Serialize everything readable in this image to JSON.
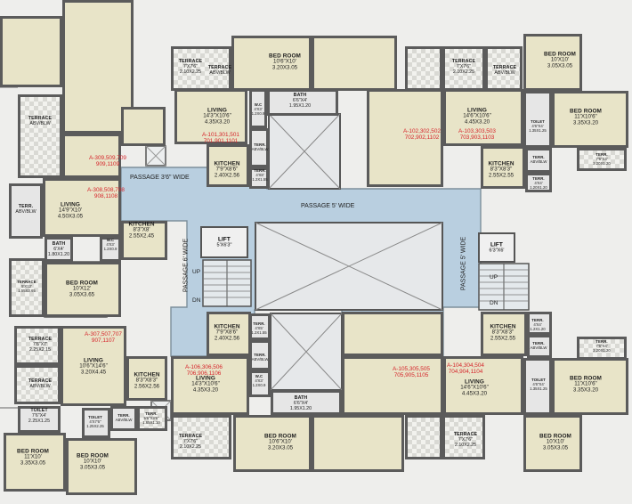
{
  "rooms": [
    {
      "name": "BED ROOM",
      "dims": "10'6\"X10'",
      "metric": "3.20X3.05"
    },
    {
      "name": "BED ROOM",
      "dims": "10'X10'",
      "metric": "3.05X3.05"
    },
    {
      "name": "TERRACE",
      "dims": "7'X7'6\"",
      "metric": "2.10X2.25"
    },
    {
      "name": "TERRACE",
      "dims": "7'X7'6\"",
      "metric": "2.10X2.25"
    },
    {
      "name": "TERRACE",
      "dims": "ABV/BLW"
    },
    {
      "name": "TERRACE",
      "dims": "ABV/BLW"
    },
    {
      "name": "LIVING",
      "dims": "14'3\"X10'6\"",
      "metric": "4.35X3.20"
    },
    {
      "name": "LIVING",
      "dims": "14'6\"X10'6\"",
      "metric": "4.45X3.20"
    },
    {
      "name": "BATH",
      "dims": "6'6\"X4'",
      "metric": "1.95X1.20"
    },
    {
      "name": "W.C",
      "dims": "4'X3'",
      "metric": "1.2X0.9"
    },
    {
      "name": "TERR.",
      "dims": "ABV/BLW"
    },
    {
      "name": "TERR.",
      "dims": "4'X8'",
      "metric": "1.2X1.55"
    },
    {
      "name": "KITCHEN",
      "dims": "7'9\"X8'6\"",
      "metric": "2.40X2.56"
    },
    {
      "name": "KITCHEN",
      "dims": "8'3\"X8'3\"",
      "metric": "2.55X2.55"
    },
    {
      "name": "TOILET",
      "dims": "4'6\"X4'",
      "metric": "1.35X1.25"
    },
    {
      "name": "TERR.",
      "dims": "ABV/BLW"
    },
    {
      "name": "TERR.",
      "dims": "4'X4'",
      "metric": "1.20X1.20"
    },
    {
      "name": "TERR.",
      "dims": "7'6\"X4'",
      "metric": "2.20X1.20"
    },
    {
      "name": "BED ROOM",
      "dims": "11'X10'6\"",
      "metric": "3.35X3.20"
    },
    {
      "name": "TERRACE",
      "dims": "ABV/BLW"
    },
    {
      "name": "TERR.",
      "dims": "ABV/BLW"
    },
    {
      "name": "LIVING",
      "dims": "14'9\"X10'",
      "metric": "4.50X3.05"
    },
    {
      "name": "KITCHEN",
      "dims": "8'3\"X8'",
      "metric": "2.55X2.45"
    },
    {
      "name": "BATH",
      "dims": "6'X4'",
      "metric": "1.80X1.20"
    },
    {
      "name": "W.C",
      "dims": "4'X3'",
      "metric": "1.2X0.9"
    },
    {
      "name": "TERRACE",
      "dims": "5'X12'",
      "metric": "1.55X3.65"
    },
    {
      "name": "BED ROOM",
      "dims": "10'X12'",
      "metric": "3.05X3.65"
    },
    {
      "name": "TERRACE",
      "dims": "7'6\"X7'",
      "metric": "2.25X2.15"
    },
    {
      "name": "LIVING",
      "dims": "10'6\"X14'6\"",
      "metric": "3.20X4.45"
    },
    {
      "name": "KITCHEN",
      "dims": "8'3\"X8'3\"",
      "metric": "2.56X2.56"
    },
    {
      "name": "TERRACE",
      "dims": "ABV/BLW"
    },
    {
      "name": "TOILET",
      "dims": "7'6\"X4'",
      "metric": "2.25X1.25"
    },
    {
      "name": "TOILET",
      "dims": "4'X7'6\"",
      "metric": "1.25X2.25"
    },
    {
      "name": "TERR.",
      "dims": "ABV/BLW"
    },
    {
      "name": "TERR.",
      "dims": "5'6\"X3'6\"",
      "metric": "1.65X1.10"
    },
    {
      "name": "BED ROOM",
      "dims": "11'X10'",
      "metric": "3.35X3.05"
    },
    {
      "name": "BED ROOM",
      "dims": "10'X10'",
      "metric": "3.05X3.05"
    },
    {
      "name": "KITCHEN",
      "dims": "7'9\"X8'6\"",
      "metric": "2.40X2.56"
    },
    {
      "name": "KITCHEN",
      "dims": "8'3\"X8'3\"",
      "metric": "2.55X2.55"
    },
    {
      "name": "TERR.",
      "dims": "4'X5'",
      "metric": "1.2X1.55"
    },
    {
      "name": "TERR.",
      "dims": "ABV/BLW"
    },
    {
      "name": "LIVING",
      "dims": "14'3\"X10'6\"",
      "metric": "4.35X3.20"
    },
    {
      "name": "LIVING",
      "dims": "14'6\"X10'6\"",
      "metric": "4.45X3.20"
    },
    {
      "name": "W.C",
      "dims": "4'X3'",
      "metric": "1.2X0.9"
    },
    {
      "name": "BATH",
      "dims": "6'6\"X4'",
      "metric": "1.95X1.20"
    },
    {
      "name": "TERRACE",
      "dims": "7'X7'6\"",
      "metric": "2.10X2.25"
    },
    {
      "name": "TERRACE",
      "dims": "7'X7'6\"",
      "metric": "2.10X2.25"
    },
    {
      "name": "BED ROOM",
      "dims": "10'6\"X10'",
      "metric": "3.20X3.05"
    },
    {
      "name": "BED ROOM",
      "dims": "10'X10'",
      "metric": "3.05X3.05"
    },
    {
      "name": "TOILET",
      "dims": "4'6\"X4'",
      "metric": "1.35X1.25"
    },
    {
      "name": "TERR.",
      "dims": "ABV/BLW"
    },
    {
      "name": "TERR.",
      "dims": "4'X4'",
      "metric": "1.2X1.20"
    },
    {
      "name": "TERR.",
      "dims": "7'6\"X4'",
      "metric": "2.20X1.20"
    },
    {
      "name": "BED ROOM",
      "dims": "11'X10'6\"",
      "metric": "3.35X3.20"
    }
  ],
  "flat_numbers": [
    {
      "line1": "A-101,301,501",
      "line2": "701,901,1101"
    },
    {
      "line1": "A-102,302,502",
      "line2": "702,902,1102"
    },
    {
      "line1": "A-103,303,503",
      "line2": "703,903,1103"
    },
    {
      "line1": "A-309,509,709",
      "line2": "909,1109"
    },
    {
      "line1": "A-308,508,708",
      "line2": "908,1108"
    },
    {
      "line1": "A-307,507,707",
      "line2": "907,1107"
    },
    {
      "line1": "A-106,306,506",
      "line2": "706,906,1106"
    },
    {
      "line1": "A-105,305,505",
      "line2": "705,905,1105"
    },
    {
      "line1": "A-104,304,504",
      "line2": "704,904,1104"
    }
  ],
  "passages": [
    "PASSAGE 3'6\" WIDE",
    "PASSAGE 5' WIDE",
    "PASSAGE 6' WIDE",
    "PASSAGE 5' WIDE"
  ],
  "lifts": [
    {
      "name": "LIFT",
      "dims": "5'X6'3\""
    },
    {
      "name": "LIFT",
      "dims": "6'3\"X6'"
    }
  ],
  "stairs": [
    "UP",
    "DN",
    "UP",
    "DN"
  ],
  "colors": {
    "room_fill": "#e8e4c8",
    "passage_fill": "#b9cfe0",
    "wall": "#5b5b5b",
    "flat_number": "#d6242a"
  }
}
